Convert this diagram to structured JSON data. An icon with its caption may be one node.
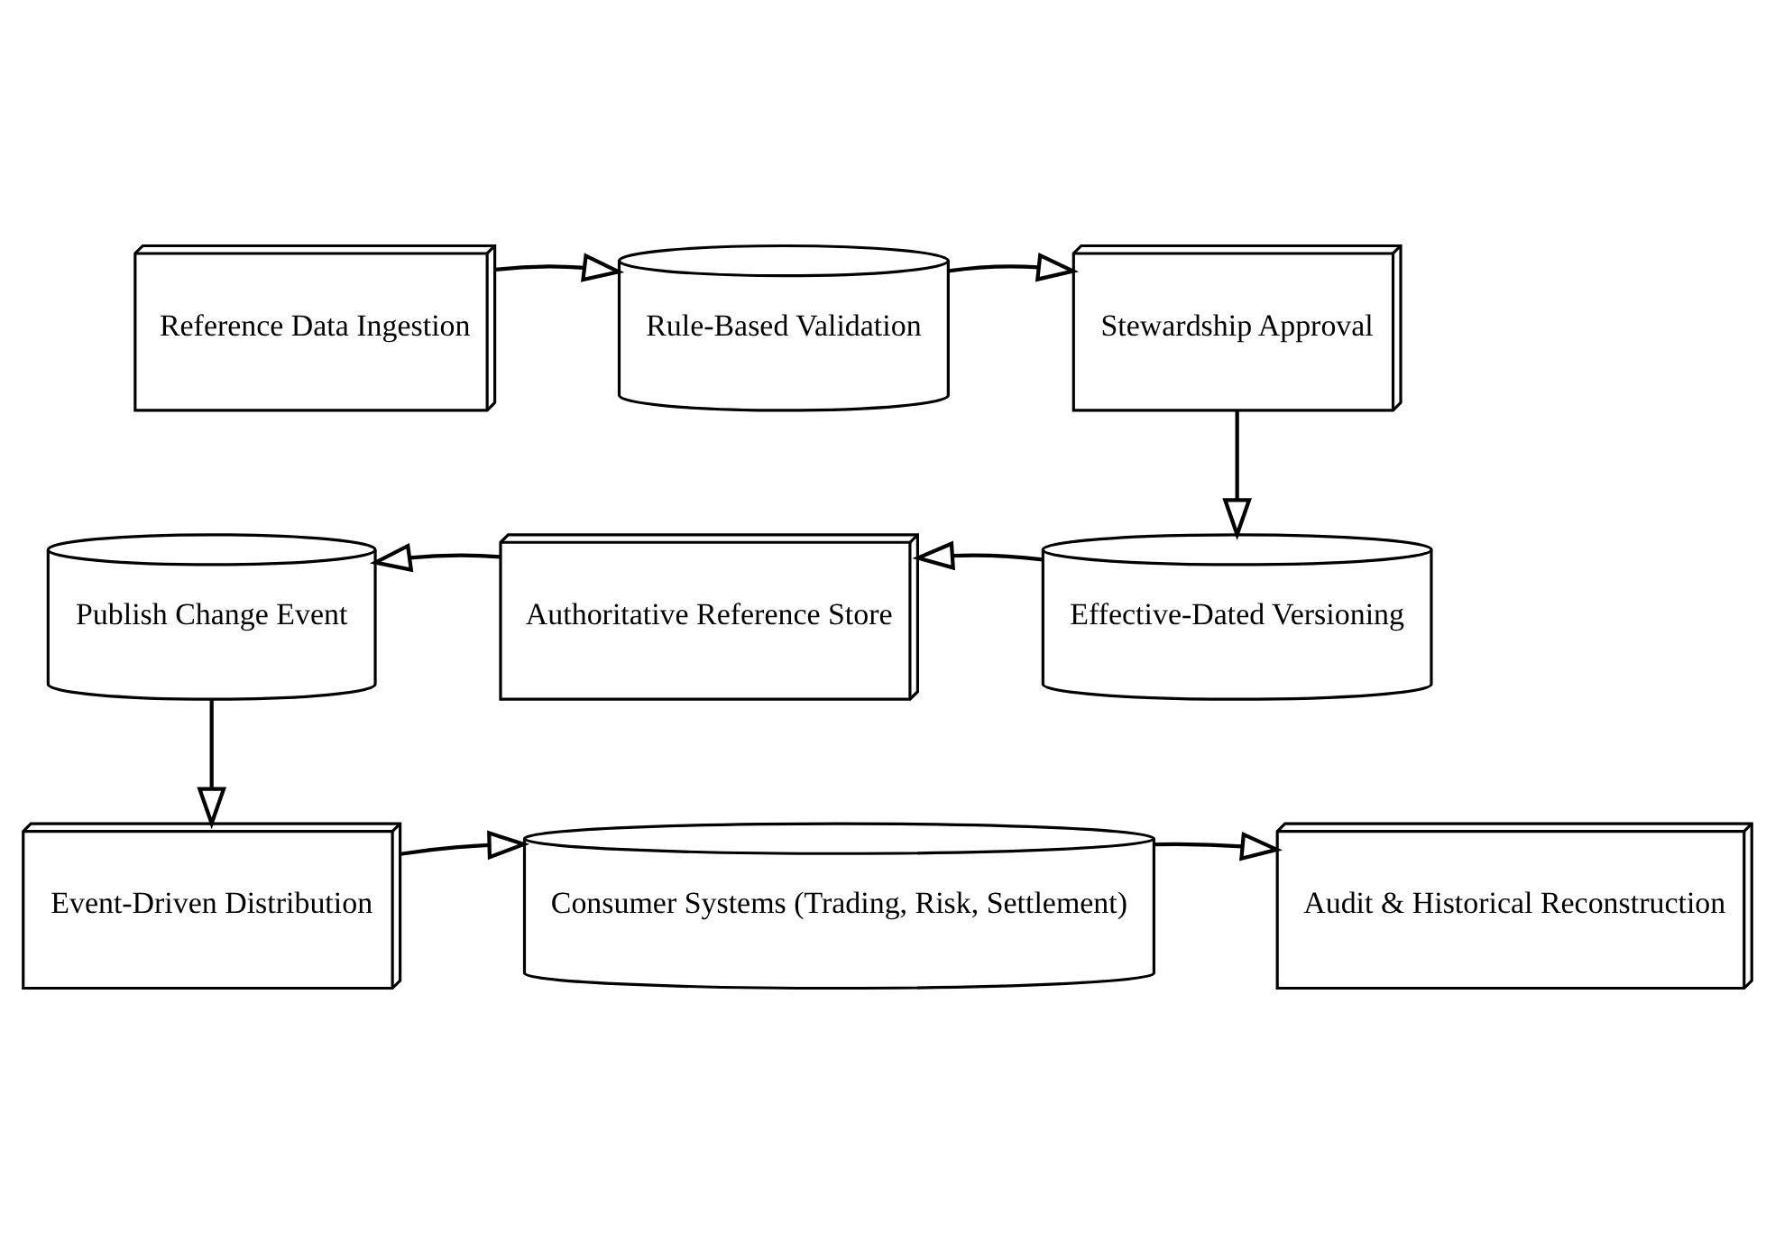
{
  "diagram": {
    "nodes": [
      {
        "text": [
          "Reference Data Ingestion"
        ]
      },
      {
        "text": [
          "Rule-Based Validation"
        ]
      },
      {
        "text": [
          "Stewardship Approval"
        ]
      },
      {
        "text": [
          "Publish Change Event"
        ]
      },
      {
        "text": [
          "Authoritative Reference Store"
        ]
      },
      {
        "text": [
          "Effective-Dated Versioning"
        ]
      },
      {
        "text": [
          "Event-Driven Distribution"
        ]
      },
      {
        "text": [
          "Consumer Systems (Trading, Risk, Settlement)"
        ]
      },
      {
        "text": [
          "Audit & Historical Reconstruction"
        ]
      }
    ],
    "edges": [
      {
        "from": 0,
        "to": 1,
        "arrow": "to"
      },
      {
        "from": 1,
        "to": 2,
        "arrow": "to"
      },
      {
        "from": 2,
        "to": 5,
        "arrow": "to"
      },
      {
        "from": 5,
        "to": 4,
        "arrow": "to"
      },
      {
        "from": 4,
        "to": 3,
        "arrow": "to"
      },
      {
        "from": 3,
        "to": 6,
        "arrow": "to"
      },
      {
        "from": 6,
        "to": 7,
        "arrow": "to"
      },
      {
        "from": 7,
        "to": 8,
        "arrow": "to"
      }
    ]
  }
}
